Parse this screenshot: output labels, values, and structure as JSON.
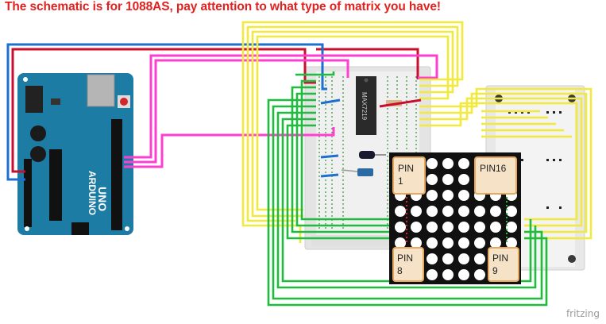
{
  "header": {
    "title": "The schematic is for 1088AS, pay attention to what type of matrix you have!"
  },
  "arduino": {
    "brand": "ARDUINO",
    "model": "UNO"
  },
  "driver_chip": {
    "label": "MAX7219"
  },
  "matrix": {
    "pin_labels": [
      {
        "name": "PIN",
        "number": "1"
      },
      {
        "name": "PIN16",
        "number": ""
      },
      {
        "name": "PIN",
        "number": "8"
      },
      {
        "name": "PIN",
        "number": "9"
      }
    ]
  },
  "colors": {
    "title": "#e0211f",
    "board": "#1c7ca4",
    "wire_red": "#c8102e",
    "wire_blue": "#1f6fd0",
    "wire_magenta": "#ff3fcf",
    "wire_yellow": "#f2ea3b",
    "wire_green": "#1ebc3c"
  },
  "footer": {
    "watermark": "fritzing"
  }
}
